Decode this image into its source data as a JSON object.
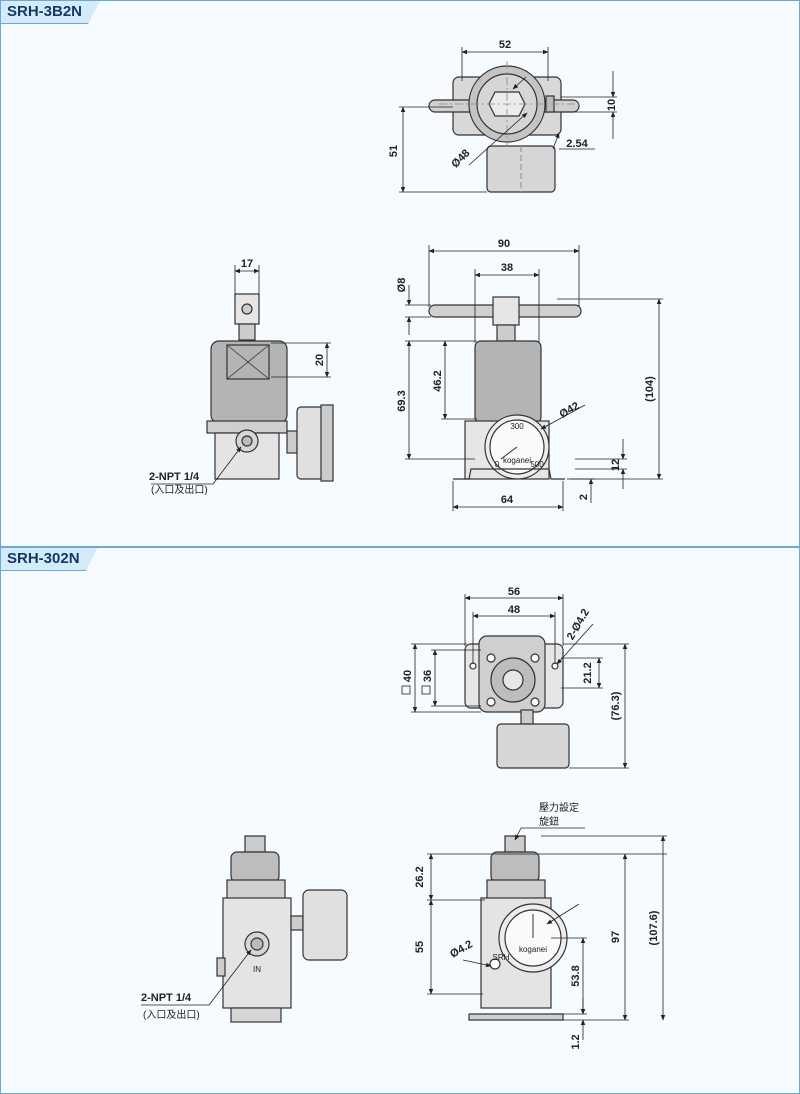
{
  "section1": {
    "title": "SRH-3B2N",
    "top_view": {
      "width": "52",
      "handle": "10",
      "diameter": "Ø48",
      "offset": "2.54",
      "height": "51"
    },
    "side_view": {
      "width": "17",
      "body": "20",
      "port": "2-NPT 1/4",
      "port_note": "(入口及出口)"
    },
    "front_view": {
      "total_width": "90",
      "knob_width": "38",
      "handle_dia": "Ø8",
      "body_height": "69.3",
      "upper_height": "46.2",
      "gauge_dia": "Ø42",
      "overall_height": "(104)",
      "mount_height": "12",
      "plate": "2",
      "base_width": "64",
      "gauge_marks": [
        "300",
        "0",
        "500"
      ],
      "gauge_brand": "koganei"
    }
  },
  "section2": {
    "title": "SRH-302N",
    "top_view": {
      "outer": "56",
      "inner": "48",
      "holes": "2-Ø4.2",
      "hole_pitch": "21.2",
      "square_outer": "40",
      "square_inner": "36",
      "depth": "(76.3)"
    },
    "side_view": {
      "port": "2-NPT 1/4",
      "port_note": "(入口及出口)",
      "port_label": "IN"
    },
    "front_view": {
      "knob_label_1": "壓力設定",
      "knob_label_2": "旋鈕",
      "top_height": "26.2",
      "body_height": "55",
      "hole_dia": "Ø4.2",
      "height_97": "97",
      "overall_height": "(107.6)",
      "port_height": "53.8",
      "plate": "1.2",
      "gauge_text": "SRH",
      "gauge_brand": "koganei"
    }
  }
}
